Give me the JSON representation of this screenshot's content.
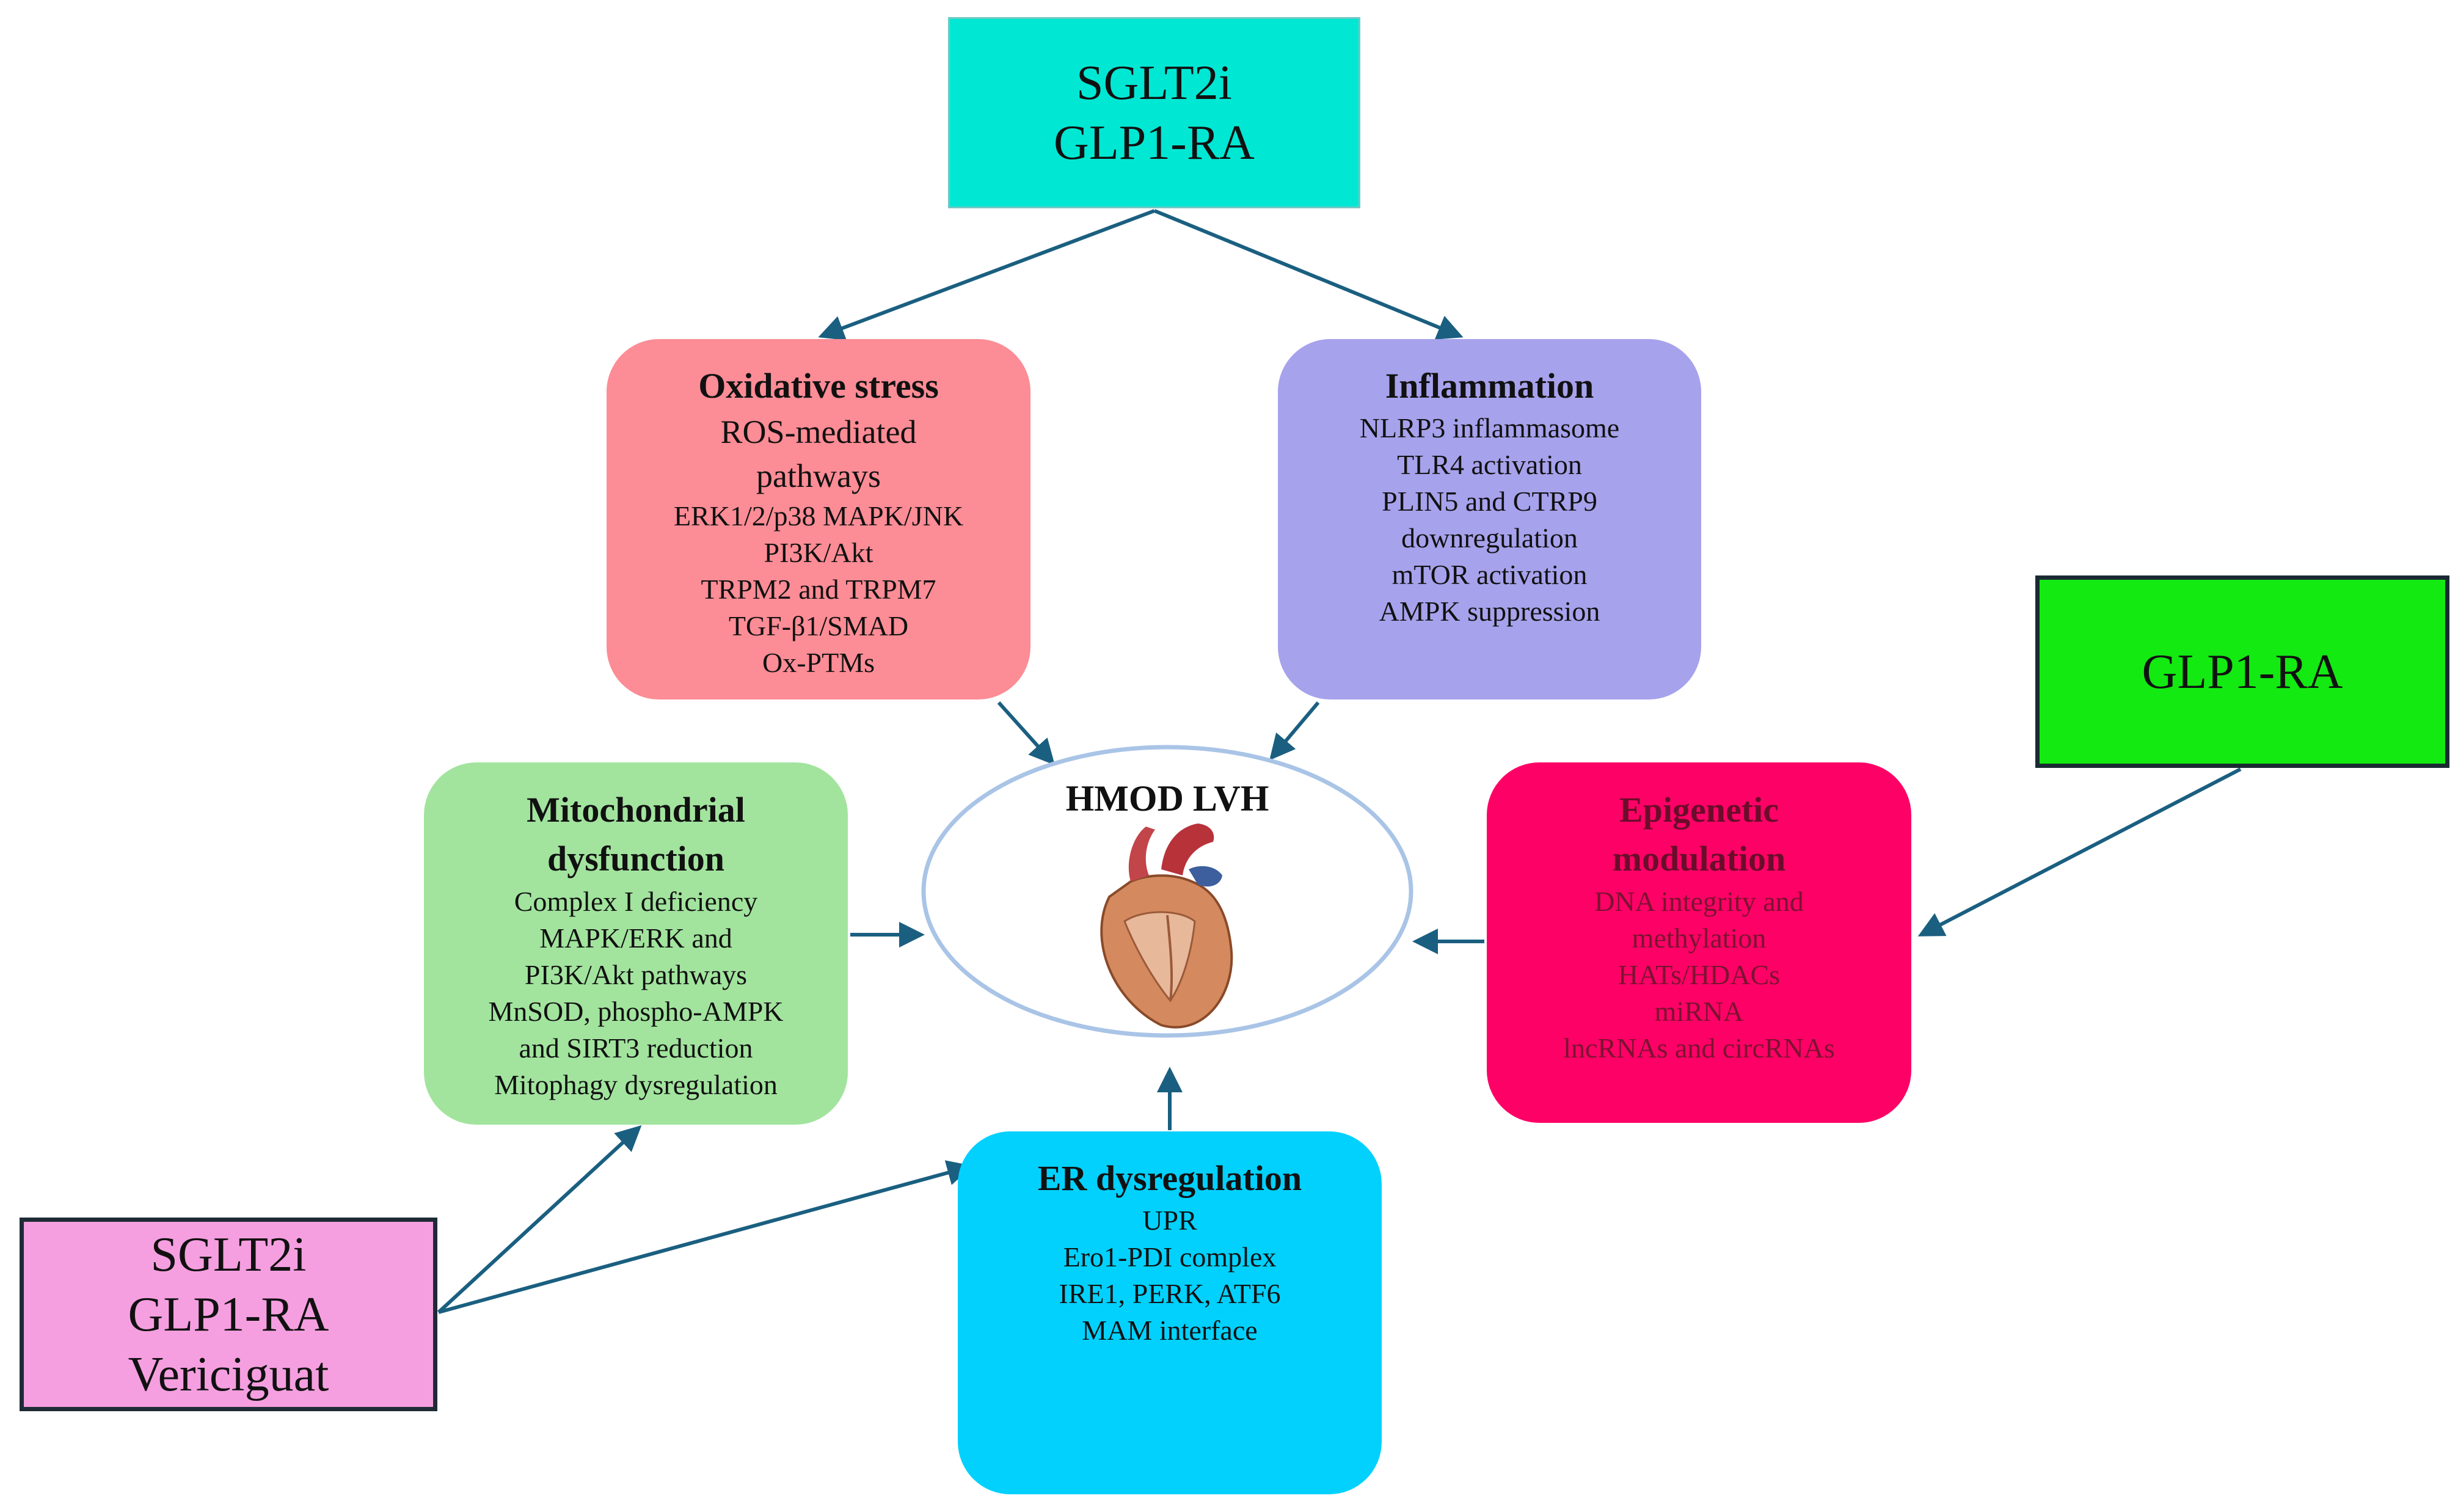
{
  "drugs": {
    "top": [
      "SGLT2i",
      "GLP1-RA"
    ],
    "right": [
      "GLP1-RA"
    ],
    "bottom": [
      "SGLT2i",
      "GLP1-RA",
      "Vericiguat"
    ]
  },
  "center": {
    "label": "HMOD LVH",
    "icon": "heart-icon"
  },
  "mechanisms": {
    "oxidative": {
      "title": "Oxidative stress",
      "items": [
        "ROS-mediated",
        "pathways",
        "ERK1/2/p38 MAPK/JNK",
        "PI3K/Akt",
        "TRPM2 and TRPM7",
        "TGF-β1/SMAD",
        "Ox-PTMs"
      ]
    },
    "inflammation": {
      "title": "Inflammation",
      "items": [
        "NLRP3 inflammasome",
        "TLR4 activation",
        "PLIN5 and CTRP9",
        "downregulation",
        "mTOR activation",
        "AMPK suppression"
      ]
    },
    "mitochondrial": {
      "title": [
        "Mitochondrial",
        "dysfunction"
      ],
      "items": [
        "Complex I deficiency",
        "MAPK/ERK and",
        "PI3K/Akt pathways",
        "MnSOD, phospho-AMPK",
        "and SIRT3 reduction",
        "Mitophagy dysregulation"
      ]
    },
    "epigenetic": {
      "title": [
        "Epigenetic",
        "modulation"
      ],
      "items": [
        "DNA integrity and",
        "methylation",
        "HATs/HDACs",
        "miRNA",
        "lncRNAs and circRNAs"
      ]
    },
    "er": {
      "title": "ER dysregulation",
      "items": [
        "UPR",
        "Ero1-PDI complex",
        "IRE1, PERK, ATF6",
        "MAM interface"
      ]
    }
  },
  "colors": {
    "arrow": "#1a5f80",
    "drug_top": "#00e8d4",
    "drug_right": "#12ea12",
    "drug_bottom": "#f59fe0",
    "oxidative": "#fc8c95",
    "inflammation": "#a7a2ec",
    "mitochondrial": "#a2e49e",
    "epigenetic": "#fd0166",
    "er": "#02d1fe",
    "ellipse_stroke": "#a9c4e6"
  }
}
